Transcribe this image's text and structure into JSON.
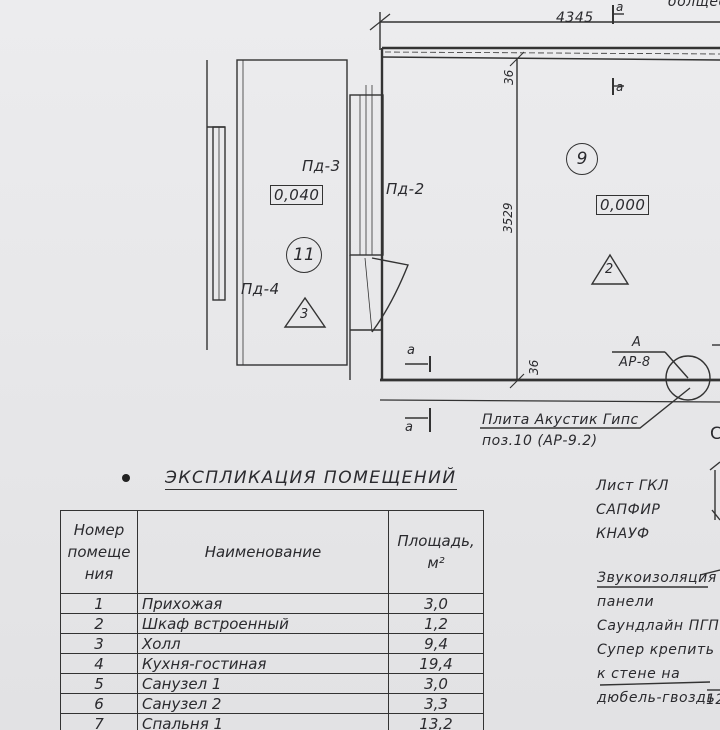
{
  "dimensions": {
    "top_width": "4345",
    "left_height": "3529",
    "wall_top": "36",
    "wall_bottom": "36"
  },
  "rooms": {
    "room9": {
      "number": "9",
      "level": "0,000",
      "marker": "2"
    },
    "room11": {
      "number": "11",
      "level": "0,040",
      "marker": "3"
    }
  },
  "doors": {
    "pd2": "Пд-2",
    "pd3": "Пд-3",
    "pd4": "Пд-4"
  },
  "section_marks": {
    "a": "а",
    "A": "А",
    "ar8": "АР-8"
  },
  "leaders": {
    "plate_line1": "Плита Акустик Гипс",
    "plate_line2": "поз.10 (АР-9.2)",
    "top_right_cut": "болщее"
  },
  "explication": {
    "title": "ЭКСПЛИКАЦИЯ ПОМЕЩЕНИЙ",
    "headers": {
      "num": [
        "Номер",
        "помеще",
        "ния"
      ],
      "name": "Наименование",
      "area_line1": "Площадь,",
      "area_unit": "м²"
    },
    "rows": [
      {
        "num": "1",
        "name": "Прихожая",
        "area": "3,0"
      },
      {
        "num": "2",
        "name": "Шкаф встроенный",
        "area": "1,2"
      },
      {
        "num": "3",
        "name": "Холл",
        "area": "9,4"
      },
      {
        "num": "4",
        "name": "Кухня-гостиная",
        "area": "19,4"
      },
      {
        "num": "5",
        "name": "Санузел 1",
        "area": "3,0"
      },
      {
        "num": "6",
        "name": "Санузел 2",
        "area": "3,3"
      },
      {
        "num": "7",
        "name": "Спальня 1",
        "area": "13,2"
      }
    ]
  },
  "side_notes": {
    "gkl": [
      "Лист ГКЛ",
      "САПФИР",
      "КНАУФ"
    ],
    "sound": [
      "Звукоизоляция",
      "панели",
      "Саундлайн ПГП",
      "Супер крепить",
      "к стене на",
      "дюбель-гвоздь"
    ],
    "cut_num": "12",
    "cut_letter": "С"
  }
}
